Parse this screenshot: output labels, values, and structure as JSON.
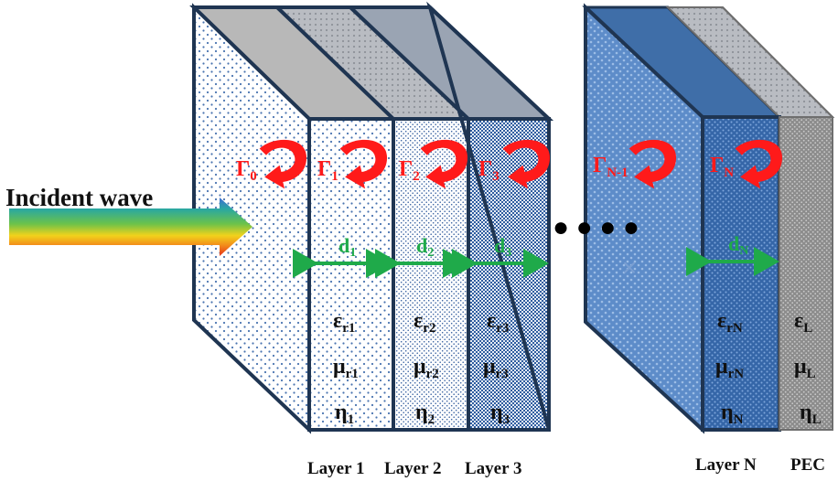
{
  "incident_label": "Incident wave",
  "dots": "● ● ● ●",
  "layers": [
    {
      "name": "Layer 1",
      "gamma": "Γ",
      "gamma_sub": "1",
      "d": "d",
      "d_sub": "1",
      "eps": "ε",
      "eps_sub": "r1",
      "mu": "μ",
      "mu_sub": "r1",
      "eta": "η",
      "eta_sub": "1"
    },
    {
      "name": "Layer 2",
      "gamma": "Γ",
      "gamma_sub": "2",
      "d": "d",
      "d_sub": "2",
      "eps": "ε",
      "eps_sub": "r2",
      "mu": "μ",
      "mu_sub": "r2",
      "eta": "η",
      "eta_sub": "2"
    },
    {
      "name": "Layer 3",
      "gamma": "Γ",
      "gamma_sub": "3",
      "d": "d",
      "d_sub": "3",
      "eps": "ε",
      "eps_sub": "r3",
      "mu": "μ",
      "mu_sub": "r3",
      "eta": "η",
      "eta_sub": "3"
    },
    {
      "name": "Layer N",
      "gamma": "Γ",
      "gamma_sub": "N",
      "d": "d",
      "d_sub": "N",
      "eps": "ε",
      "eps_sub": "rN",
      "mu": "μ",
      "mu_sub": "rN",
      "eta": "η",
      "eta_sub": "N"
    }
  ],
  "gamma0": {
    "sym": "Γ",
    "sub": "0"
  },
  "gammaN1": {
    "sym": "Γ",
    "sub": "N-1"
  },
  "pec": {
    "name": "PEC",
    "eps": "ε",
    "eps_sub": "L",
    "mu": "μ",
    "mu_sub": "L",
    "eta": "η",
    "eta_sub": "L"
  },
  "colors": {
    "reflection_arrow": "#ff1a1a",
    "gamma_text": "#ff1a1a",
    "thickness_arrow": "#1faa4a",
    "outline": "#1f3552",
    "layer_fill": "#ffffff",
    "layerN_fill": "#3a6fb3",
    "pec_fill": "#8a8a8a"
  }
}
